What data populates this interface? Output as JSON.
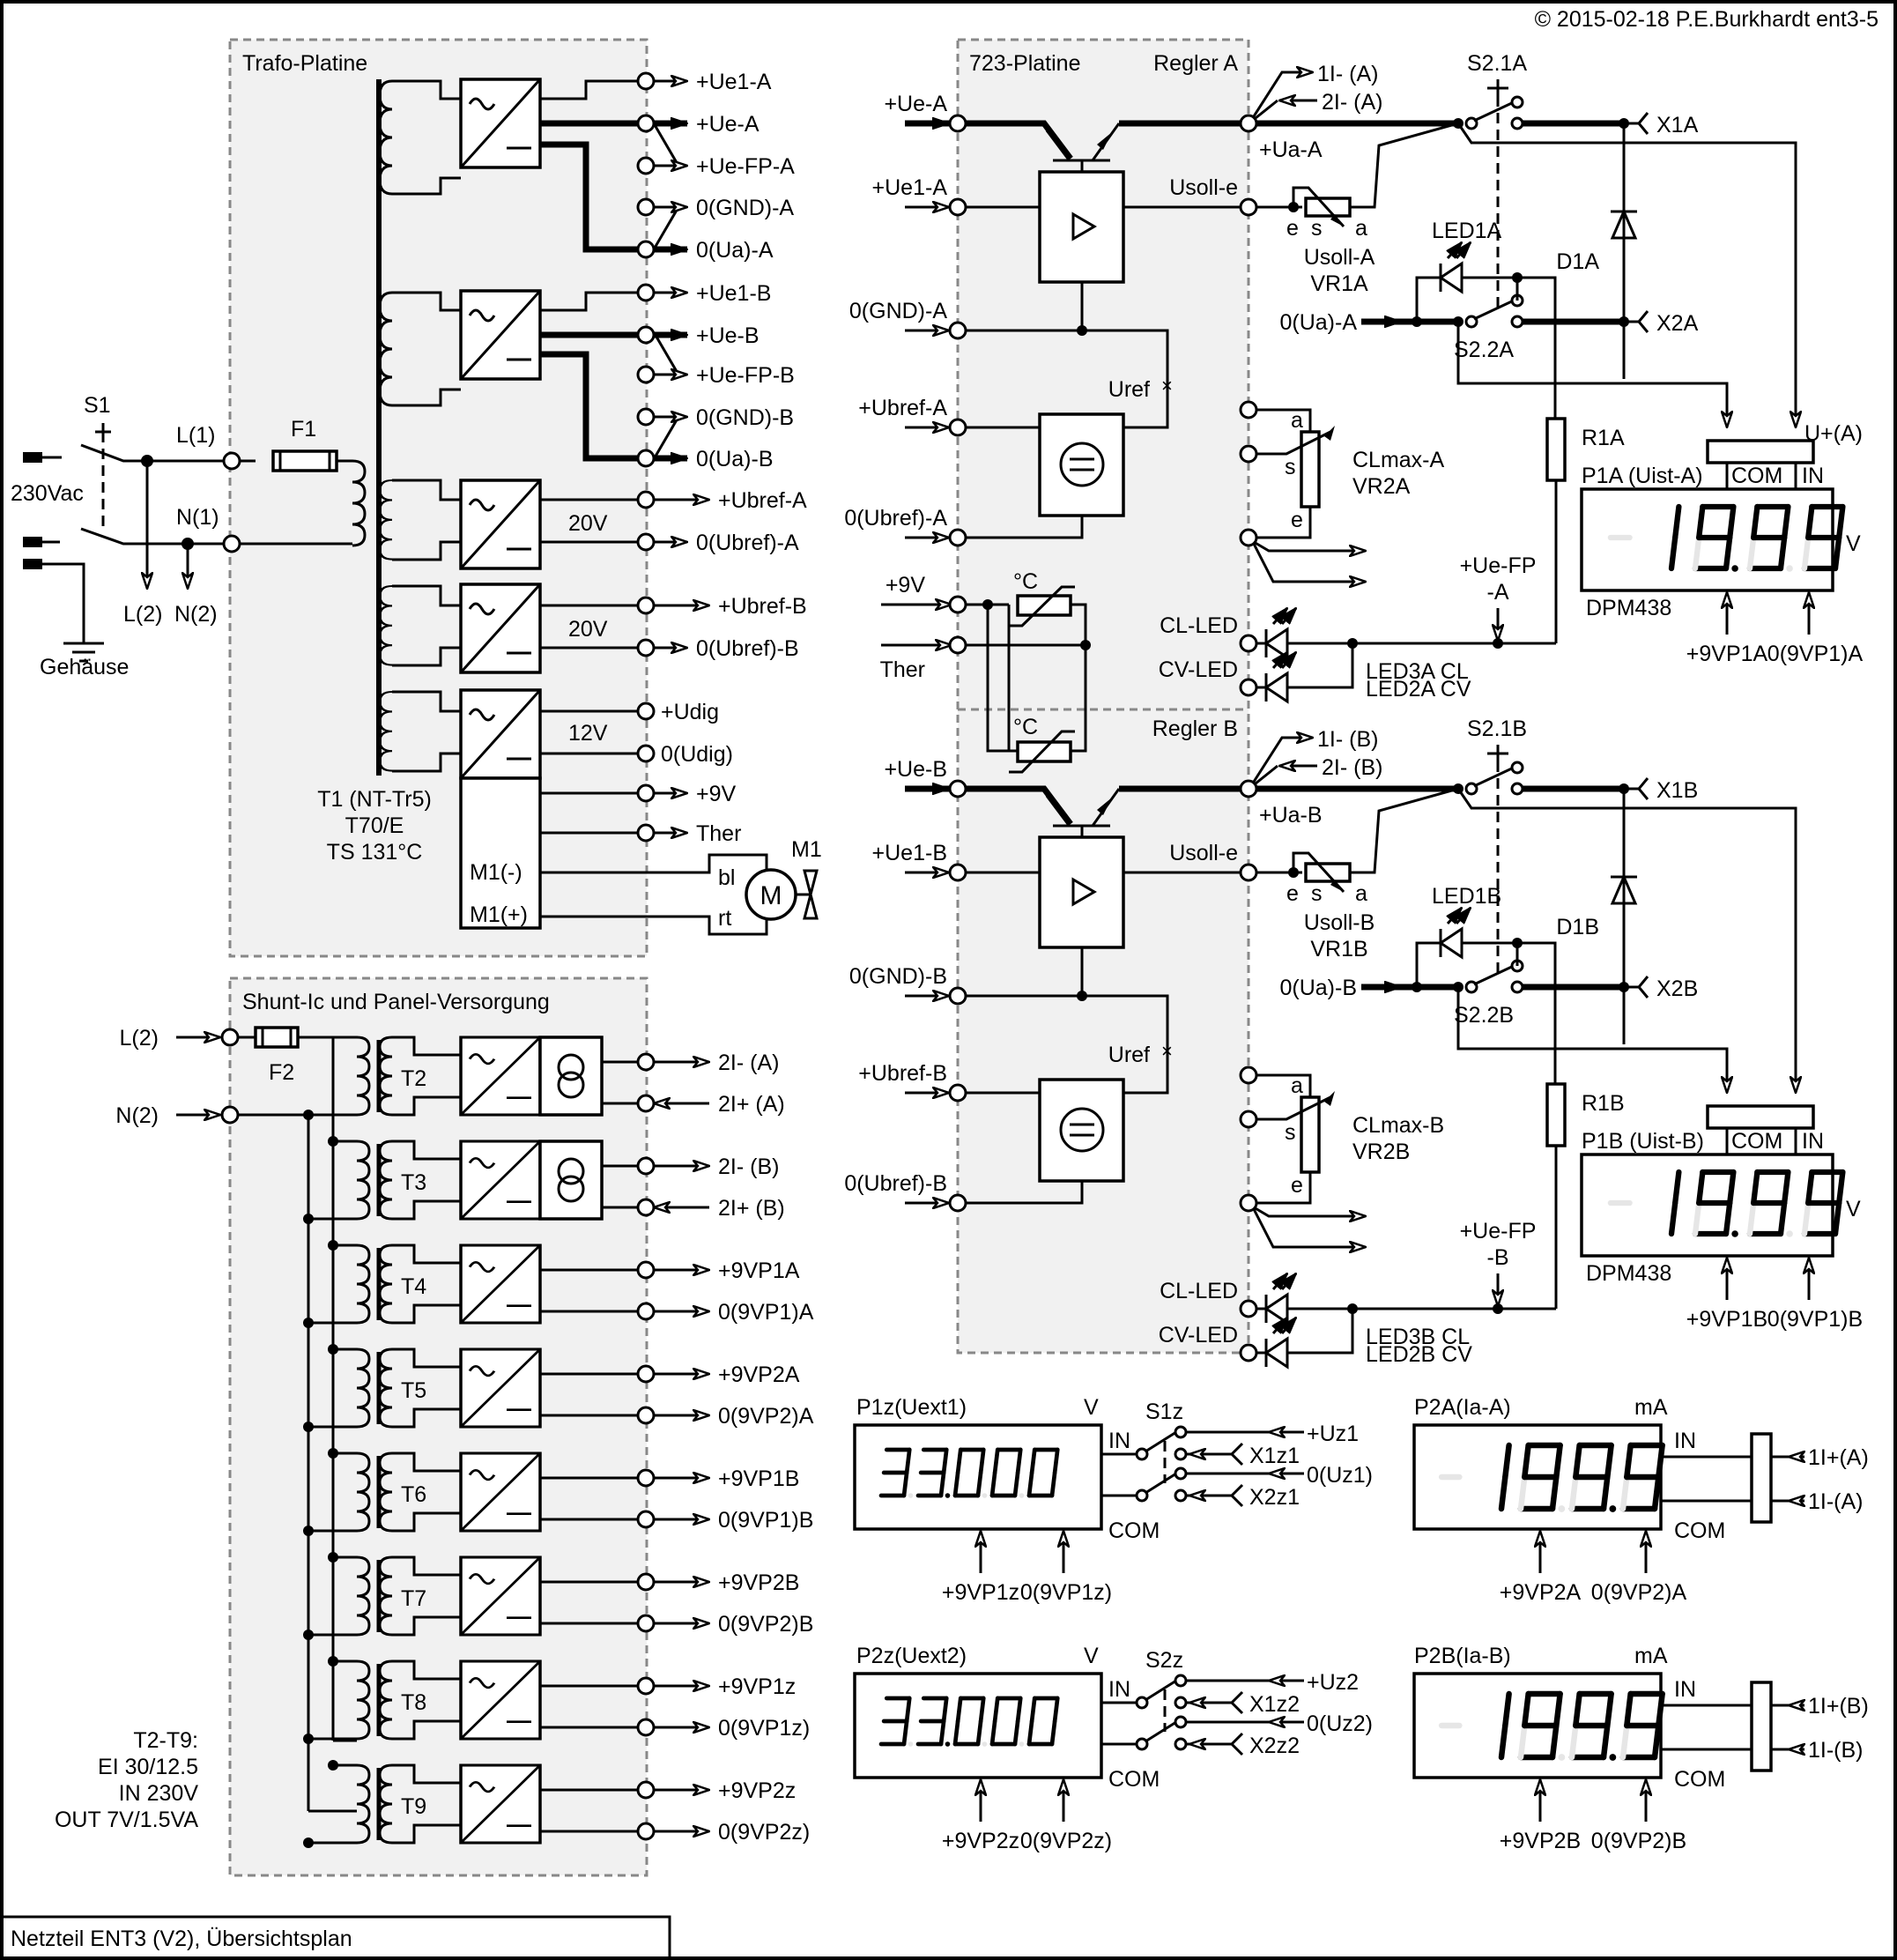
{
  "header": {
    "copyright": "© 2015-02-18 P.E.Burkhardt ent3-5"
  },
  "footer": {
    "title": "Netzteil ENT3 (V2), Übersichtsplan"
  },
  "mains": {
    "switch": "S1",
    "supply": "230Vac",
    "earth": "Gehäuse",
    "L1": "L(1)",
    "N1": "N(1)",
    "L2": "L(2)",
    "N2": "N(2)",
    "fuse": "F1"
  },
  "trafo_platine": {
    "title": "Trafo-Platine",
    "transformer": [
      "T1 (NT-Tr5)",
      "T70/E",
      "TS 131°C"
    ],
    "volt_20a": "20V",
    "volt_20b": "20V",
    "volt_12": "12V",
    "outputs": [
      "+Ue1-A",
      "+Ue-A",
      "+Ue-FP-A",
      "0(GND)-A",
      "0(Ua)-A",
      "+Ue1-B",
      "+Ue-B",
      "+Ue-FP-B",
      "0(GND)-B",
      "0(Ua)-B",
      "+Ubref-A",
      "0(Ubref)-A",
      "+Ubref-B",
      "0(Ubref)-B",
      "+Udig",
      "0(Udig)",
      "+9V",
      "Ther"
    ],
    "motor_minus": "M1(-)",
    "motor_plus": "M1(+)",
    "motor": {
      "name": "M1",
      "symbol": "M",
      "wire_bl": "bl",
      "wire_rt": "rt"
    }
  },
  "shunt_platine": {
    "title": "Shunt-Ic und Panel-Versorgung",
    "inputs": [
      "L(2)",
      "N(2)"
    ],
    "fuse": "F2",
    "transformers": [
      "T2",
      "T3",
      "T4",
      "T5",
      "T6",
      "T7",
      "T8",
      "T9"
    ],
    "outputs": [
      "2I- (A)",
      "2I+ (A)",
      "2I- (B)",
      "2I+ (B)",
      "+9VP1A",
      "0(9VP1)A",
      "+9VP2A",
      "0(9VP2)A",
      "+9VP1B",
      "0(9VP1)B",
      "+9VP2B",
      "0(9VP2)B",
      "+9VP1z",
      "0(9VP1z)",
      "+9VP2z",
      "0(9VP2z)"
    ],
    "note": [
      "T2-T9:",
      "EI 30/12.5",
      "IN 230V",
      "OUT 7V/1.5VA"
    ]
  },
  "regler_platine": {
    "title": "723-Platine",
    "regler_a": {
      "title": "Regler A",
      "inputs": [
        "+Ue-A",
        "+Ue1-A",
        "0(GND)-A",
        "+Ubref-A",
        "0(Ubref)-A"
      ],
      "uref": "Uref",
      "usoll": "Usoll-e",
      "ua": "+Ua-A",
      "cl_led": "CL-LED",
      "cv_led": "CV-LED"
    },
    "therm": {
      "inputs": [
        "+9V",
        "Ther"
      ],
      "unit": "°C"
    },
    "regler_b": {
      "title": "Regler B",
      "inputs": [
        "+Ue-B",
        "+Ue1-B",
        "0(GND)-B",
        "+Ubref-B",
        "0(Ubref)-B"
      ],
      "uref": "Uref",
      "usoll": "Usoll-e",
      "ua": "+Ua-B",
      "cl_led": "CL-LED",
      "cv_led": "CV-LED"
    }
  },
  "channel_a": {
    "i1": "1I- (A)",
    "i2": "2I- (A)",
    "switch1": "S2.1A",
    "switch2": "S2.2A",
    "x1": "X1A",
    "x2": "X2A",
    "diode": "D1A",
    "led1": "LED1A",
    "usoll_pot": [
      "Usoll-A",
      "VR1A"
    ],
    "cl_pot": [
      "CLmax-A",
      "VR2A"
    ],
    "ua0": "0(Ua)-A",
    "r": "R1A",
    "uplus": "U+(A)",
    "uefp": [
      "+Ue-FP",
      "-A"
    ],
    "led3": "LED3A CL",
    "led2": "LED2A CV",
    "pot_pins": {
      "e": "e",
      "s": "s",
      "a": "a"
    },
    "meter": {
      "name": "P1A (Uist-A)",
      "com": "COM",
      "in": "IN",
      "display": "19.99",
      "unit": "V",
      "model": "DPM438",
      "supply": [
        "+9VP1A",
        "0(9VP1)A"
      ]
    }
  },
  "channel_b": {
    "i1": "1I- (B)",
    "i2": "2I- (B)",
    "switch1": "S2.1B",
    "switch2": "S2.2B",
    "x1": "X1B",
    "x2": "X2B",
    "diode": "D1B",
    "led1": "LED1B",
    "usoll_pot": [
      "Usoll-B",
      "VR1B"
    ],
    "cl_pot": [
      "CLmax-B",
      "VR2B"
    ],
    "ua0": "0(Ua)-B",
    "r": "R1B",
    "uplus": "",
    "uefp": [
      "+Ue-FP",
      "-B"
    ],
    "led3": "LED3B CL",
    "led2": "LED2B CV",
    "pot_pins": {
      "e": "e",
      "s": "s",
      "a": "a"
    },
    "meter": {
      "name": "P1B (Uist-B)",
      "com": "COM",
      "in": "IN",
      "display": "19.99",
      "unit": "V",
      "model": "DPM438",
      "supply": [
        "+9VP1B",
        "0(9VP1)B"
      ]
    }
  },
  "meters_z": [
    {
      "name": "P1z(Uext1)",
      "unit": "V",
      "display": "33.000",
      "in": "IN",
      "com": "COM",
      "switch": "S1z",
      "inputs": [
        "+Uz1",
        "X1z1",
        "0(Uz1)",
        "X2z1"
      ],
      "supply": [
        "+9VP1z",
        "0(9VP1z)"
      ]
    },
    {
      "name": "P2z(Uext2)",
      "unit": "V",
      "display": "33.000",
      "in": "IN",
      "com": "COM",
      "switch": "S2z",
      "inputs": [
        "+Uz2",
        "X1z2",
        "0(Uz2)",
        "X2z2"
      ],
      "supply": [
        "+9VP2z",
        "0(9VP2z)"
      ]
    }
  ],
  "meters_i": [
    {
      "name": "P2A(Ia-A)",
      "unit": "mA",
      "display": "199.9",
      "in": "IN",
      "com": "COM",
      "inputs": [
        "1I+(A)",
        "1I-(A)"
      ],
      "supply": [
        "+9VP2A",
        "0(9VP2)A"
      ]
    },
    {
      "name": "P2B(Ia-B)",
      "unit": "mA",
      "display": "199.9",
      "in": "IN",
      "com": "COM",
      "inputs": [
        "1I+(B)",
        "1I-(B)"
      ],
      "supply": [
        "+9VP2B",
        "0(9VP2)B"
      ]
    }
  ]
}
